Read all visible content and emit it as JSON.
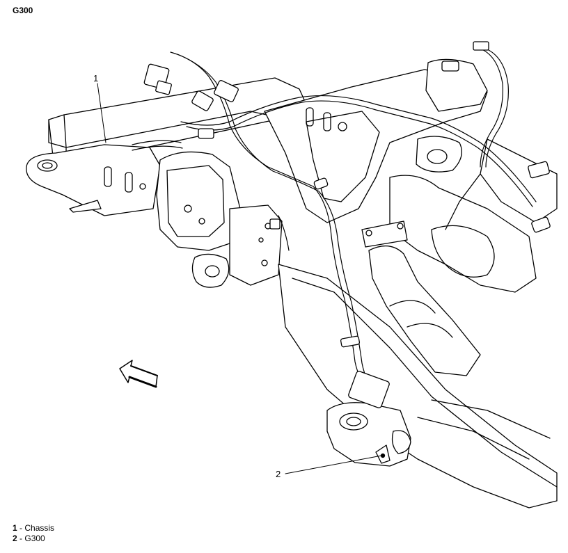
{
  "title": "G300",
  "callouts": [
    {
      "number": "1",
      "label": "Chassis"
    },
    {
      "number": "2",
      "label": "G300"
    }
  ],
  "legend_separator": " - ",
  "icons": {
    "direction_arrow": "front-direction-arrow-icon"
  }
}
